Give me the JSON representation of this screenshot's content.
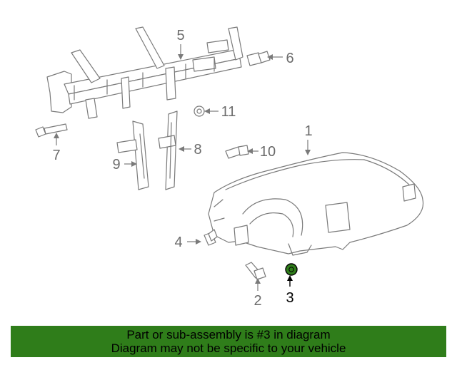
{
  "callouts": {
    "c1": "1",
    "c2": "2",
    "c3": "3",
    "c4": "4",
    "c5": "5",
    "c6": "6",
    "c7": "7",
    "c8": "8",
    "c9": "9",
    "c10": "10",
    "c11": "11"
  },
  "highlight": {
    "part": "3",
    "color": "#2f7d1a"
  },
  "banner": {
    "line1": "Part or sub-assembly is #3 in diagram",
    "line2": "Diagram may not be specific to your vehicle",
    "background": "#2f7d1a"
  }
}
